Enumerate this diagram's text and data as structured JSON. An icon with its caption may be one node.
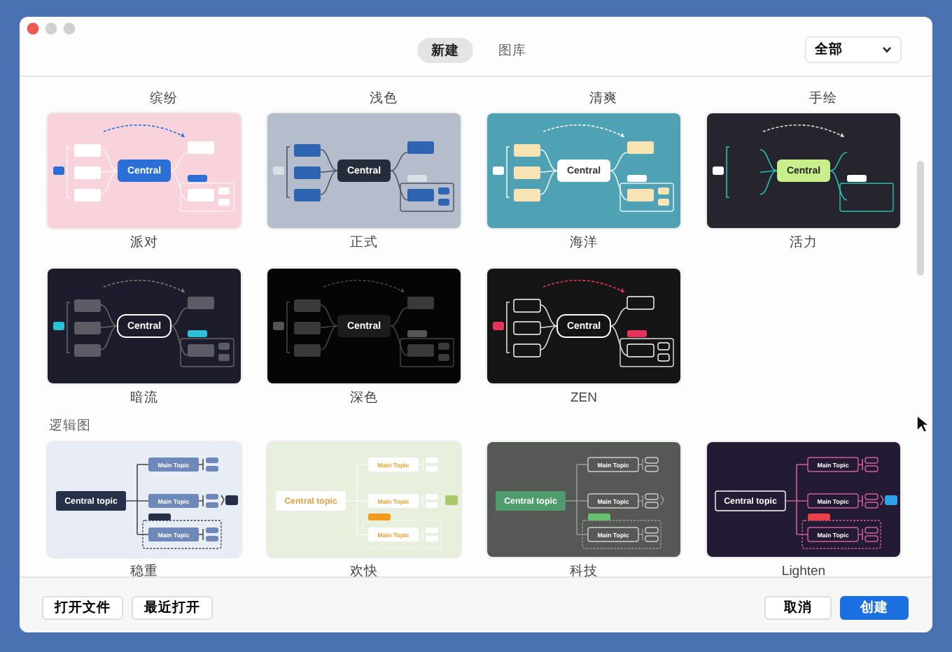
{
  "diagram": {
    "nodes": [
      {
        "text": [
          "新建"
        ]
      },
      {
        "text": [
          "图库"
        ]
      },
      {
        "text": [
          "全部"
        ]
      },
      {
        "text": [
          "Central"
        ],
        "beside": [
          "派对"
        ]
      },
      {
        "text": [
          "Central"
        ],
        "beside": [
          "正式"
        ]
      },
      {
        "text": [
          "Central"
        ],
        "beside": [
          "海洋"
        ]
      },
      {
        "text": [
          "Central"
        ],
        "beside": [
          "活力"
        ]
      },
      {
        "text": [
          "Central"
        ],
        "beside": [
          "暗流"
        ]
      },
      {
        "text": [
          "Central"
        ],
        "beside": [
          "深色"
        ]
      },
      {
        "text": [
          "Central"
        ],
        "beside": [
          "ZEN"
        ]
      },
      {
        "text": [
          "Central topic",
          "Main Topic",
          "Main Topic",
          "Main Topic"
        ],
        "beside": [
          "稳重"
        ]
      },
      {
        "text": [
          "Central topic",
          "Main Topic",
          "Main Topic",
          "Main Topic"
        ],
        "beside": [
          "欢快"
        ]
      },
      {
        "text": [
          "Central topic",
          "Main Topic",
          "Main Topic",
          "Main Topic"
        ],
        "beside": [
          "科技"
        ]
      },
      {
        "text": [
          "Central topic",
          "Main Topic",
          "Main Topic",
          "Main Topic"
        ],
        "beside": [
          "Lighten"
        ]
      },
      {
        "text": [
          "打开文件"
        ]
      },
      {
        "text": [
          "最近打开"
        ]
      },
      {
        "text": [
          "取消"
        ]
      },
      {
        "text": [
          "创建"
        ]
      }
    ],
    "labels": [
      "缤纷",
      "浅色",
      "清爽",
      "手绘",
      "逻辑图"
    ]
  }
}
